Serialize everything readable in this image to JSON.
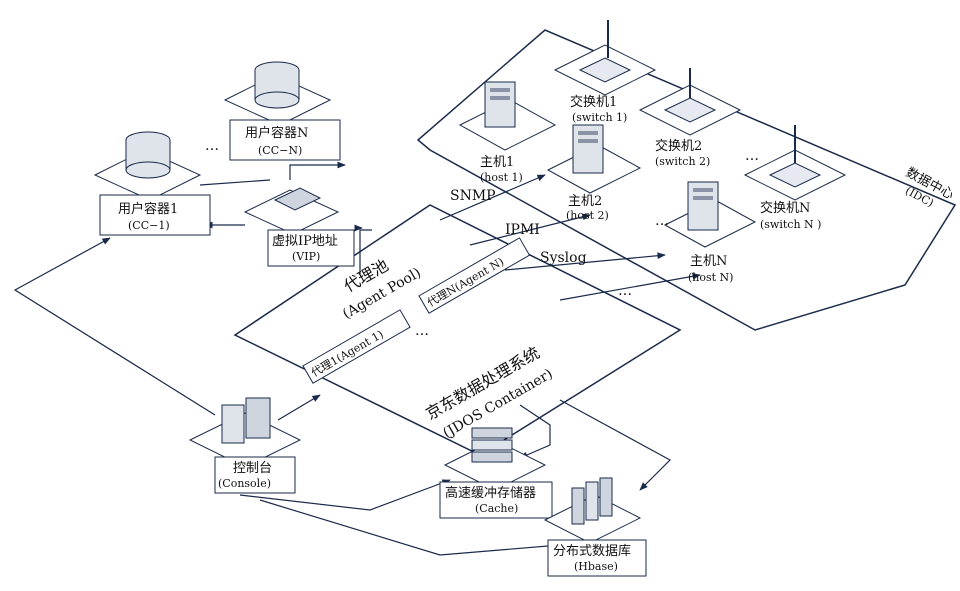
{
  "figure": {
    "data_center": {
      "cn": "数据中心",
      "en": "(IDC)"
    },
    "hosts": [
      {
        "cn": "主机1",
        "en": "(host 1)"
      },
      {
        "cn": "主机2",
        "en": "(host 2)"
      },
      {
        "cn": "主机N",
        "en": "(host N)"
      }
    ],
    "switches": [
      {
        "cn": "交换机1",
        "en": "(switch 1)"
      },
      {
        "cn": "交换机2",
        "en": "(switch 2)"
      },
      {
        "cn": "交换机N",
        "en": "(switch N )"
      }
    ],
    "user_containers": [
      {
        "cn": "用户容器1",
        "en": "(CC−1)"
      },
      {
        "cn": "用户容器N",
        "en": "(CC−N)"
      }
    ],
    "vip": {
      "cn": "虚拟IP地址",
      "en": "(VIP)"
    },
    "agent_pool": {
      "cn": "代理池",
      "en": "(Agent Pool)"
    },
    "agents": [
      {
        "label": "代理1(Agent 1)"
      },
      {
        "label": "代理N(Agent N)"
      }
    ],
    "jdos": {
      "cn": "京东数据处理系统",
      "en": "(JDOS Container)"
    },
    "protocols": [
      "SNMP",
      "IPMI",
      "Syslog"
    ],
    "console": {
      "cn": "控制台",
      "en": "(Console)"
    },
    "cache": {
      "cn": "高速缓冲存储器",
      "en": "(Cache)"
    },
    "hbase": {
      "cn": "分布式数据库",
      "en": "(Hbase)"
    },
    "ellipsis": "…"
  }
}
